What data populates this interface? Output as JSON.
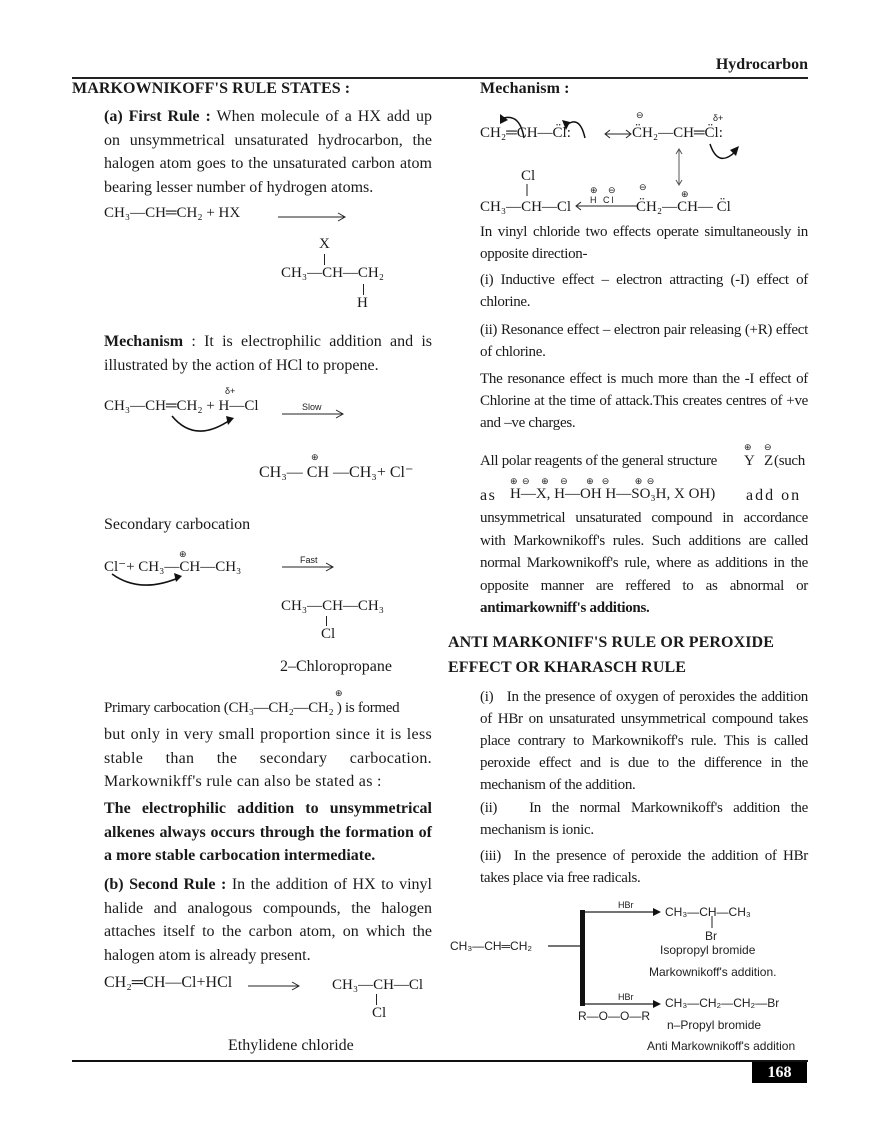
{
  "header": {
    "chapter_title": "Hydrocarbon",
    "page_number": "168"
  },
  "left": {
    "heading": "MARKOWNIKOFF'S RULE STATES :",
    "first_rule": {
      "label": "(a) First Rule :",
      "text": " When molecule of a HX add up on unsymmetrical unsaturated hydrocarbon, the halogen atom goes to the unsaturated carbon atom bearing lesser number of hydrogen atoms.",
      "reaction_reactants": "CH₃—CH═CH₂ + HX",
      "product_top": "X",
      "product_main": "CH₃—CH—CH₂",
      "product_bottom": "H"
    },
    "mechanism": {
      "label": "Mechanism",
      "text": " : It is electrophilic addition and is illustrated by the action of HCl to propene.",
      "step1_reactants": "CH₃—CH═CH₂ + H—Cl",
      "step1_delta": "δ+",
      "step1_arrow_label": "Slow",
      "step1_product": "CH₃— CH —CH₃+ Cl⁻",
      "step1_charge": "⊕",
      "carbocation_label": "Secondary carbocation",
      "step2_reactants": "Cl⁻+ CH₃—CH—CH₃",
      "step2_charge": "⊕",
      "step2_arrow_label": "Fast",
      "step2_product_main": "CH₃—CH—CH₃",
      "step2_product_bottom": "Cl",
      "step2_product_name": "2–Chloropropane"
    },
    "primary_para": {
      "lead": "Primary carbocation (CH₃—CH₂—CH₂ ) is formed",
      "charge": "⊕",
      "rest": "but only in very small proportion since it is less stable than the secondary carbocation. Markownikff's rule can also be stated as :"
    },
    "bold_statement": "The electrophilic addition to unsymmetrical alkenes always occurs through the formation of a more stable carbocation intermediate.",
    "second_rule": {
      "label": "(b) Second Rule :",
      "text": " In the addition of HX to vinyl halide and analogous compounds, the halogen attaches itself to the carbon atom, on which the halogen atom is already present.",
      "reaction_reactants": "CH₂═CH—Cl+HCl",
      "product_main": "CH₃—CH—Cl",
      "product_bottom": "Cl",
      "product_name": "Ethylidene chloride"
    }
  },
  "right": {
    "mechanism_heading": "Mechanism :",
    "resonance": {
      "form1": "CH₂═CH—C̈l:",
      "form2": "C̈H₂—CH═C̈l:",
      "form2_charge_left": "⊖",
      "form2_charge_right": "δ+",
      "form3": "C̈H₂—CH— C̈l",
      "form3_charge_left": "⊖",
      "form3_charge_mid": "⊕",
      "reagent": "H Cl",
      "reagent_charges": "⊕ ⊖",
      "product_top": "Cl",
      "product_main": "CH₃—CH—Cl"
    },
    "vinyl_intro": "In vinyl chloride two effects operate simultaneously in opposite direction-",
    "effect_i": "(i) Inductive effect – electron attracting (-I) effect of chlorine.",
    "effect_ii": "(ii) Resonance effect – electron pair releasing (+R) effect of chlorine.",
    "resonance_para": "The resonance effect is much more than the -I effect of Chlorine at the time of attack.This creates centres of +ve and –ve charges.",
    "polar": {
      "lead": "All polar reagents of the general structure",
      "yz": "Y Z",
      "yz_charges": "⊕ ⊖",
      "such": "(such",
      "as": "as",
      "examples": "H—X,  H—OH  H—SO₃H, X OH)",
      "add_on": "add on",
      "rest_text": "unsymmetrical unsaturated compound in accordance with Markownikoff's rules. Such additions are called normal Markownikoff's rule, where as additions in the opposite manner are reffered to as abnormal or ",
      "rest_bold": "antimarkowniff's additions."
    },
    "anti_heading_line1": "ANTI MARKONIFF'S RULE OR PEROXIDE",
    "anti_heading_line2": "EFFECT OR KHARASCH RULE",
    "point_i_label": "(i)",
    "point_i": "In the presence of oxygen of peroxides the addition of HBr on unsaturated unsymmetrical compound takes place contrary to Markownikoff's rule. This is called peroxide effect and is due to the difference in the mechanism of the addition.",
    "point_ii_label": "(ii)",
    "point_ii": "In the normal Markownikoff's addition the mechanism is ionic.",
    "point_iii_label": "(iii)",
    "point_iii": "In the presence of peroxide the addition of HBr takes place via free radicals.",
    "scheme": {
      "reactant": "CH₃—CH═CH₂",
      "reagent_top": "HBr",
      "product_top_main": "CH₃—CH—CH₃",
      "product_top_sub": "Br",
      "product_top_name": "Isopropyl bromide",
      "product_top_type": "Markownikoff's addition.",
      "reagent_bottom": "HBr",
      "peroxide": "R—O—O—R",
      "product_bottom_main": "CH₃—CH₂—CH₂—Br",
      "product_bottom_name": "n–Propyl bromide",
      "product_bottom_type": "Anti Markownikoff's addition"
    }
  }
}
